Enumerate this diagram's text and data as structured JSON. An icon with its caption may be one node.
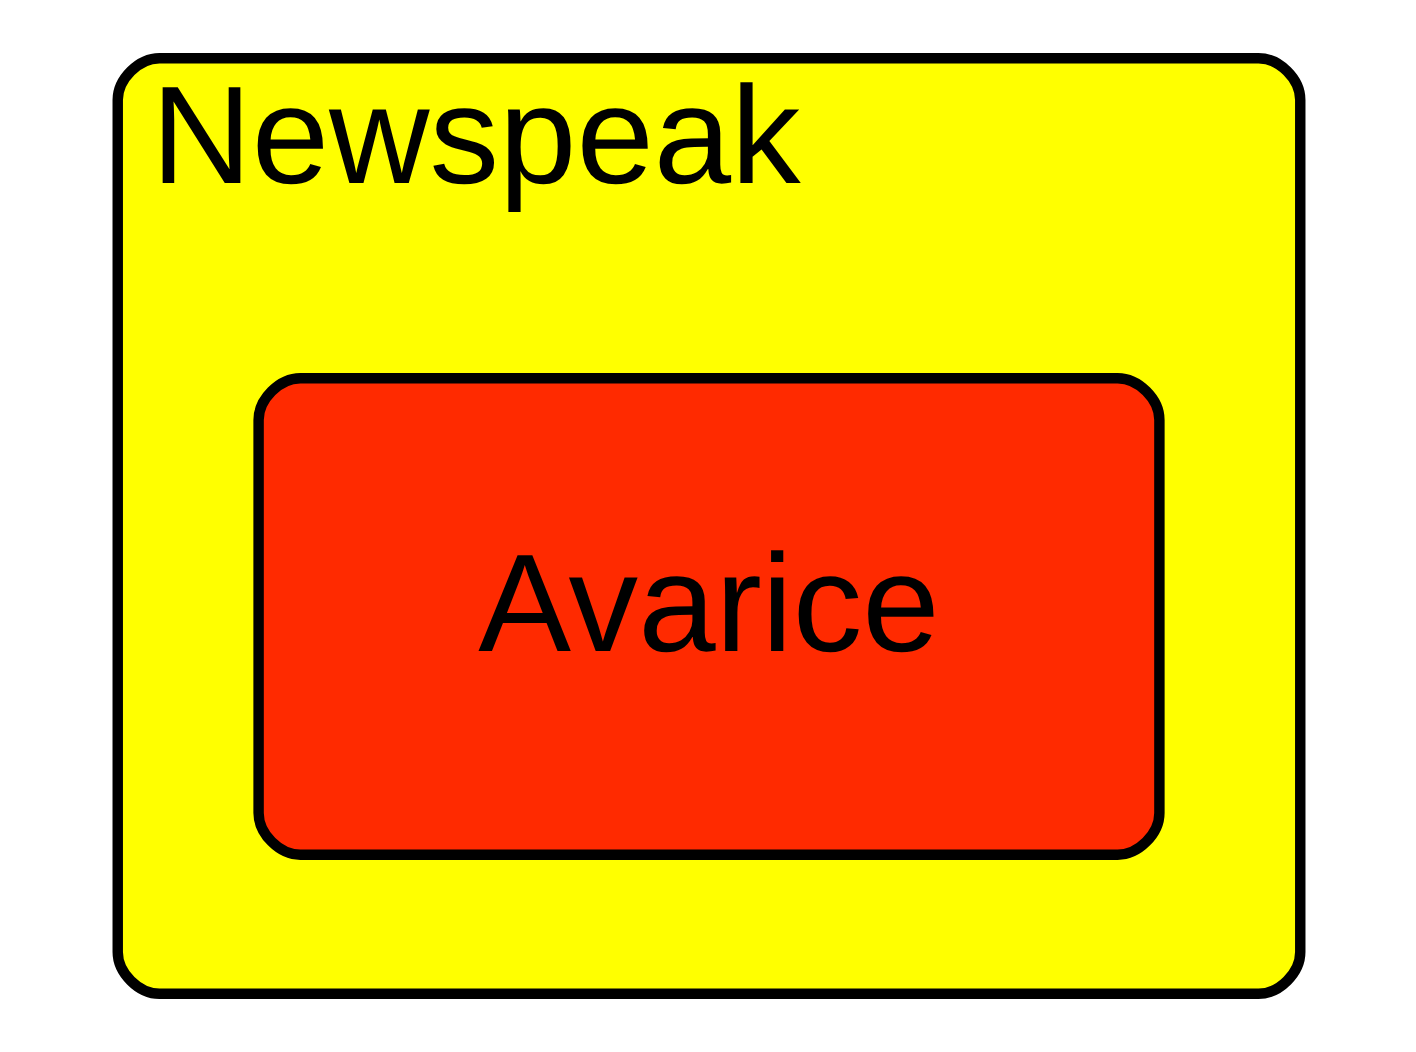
{
  "diagram": {
    "nodes": [
      {
        "text": [
          "Newspeak"
        ]
      },
      {
        "text": [
          "Avarice"
        ],
        "in": 0
      }
    ]
  }
}
